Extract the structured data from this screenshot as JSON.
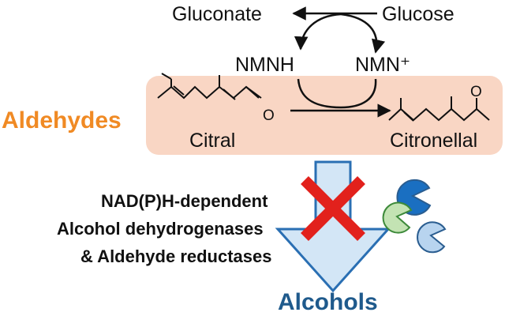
{
  "labels": {
    "gluconate": "Gluconate",
    "glucose": "Glucose",
    "nmnh": "NMNH",
    "nmn_plus": "NMN⁺",
    "aldehydes": "Aldehydes",
    "citral": "Citral",
    "citronellal": "Citronellal",
    "enzyme_line1": "NAD(P)H-dependent",
    "enzyme_line2": "Alcohol dehydrogenases",
    "enzyme_line3": "& Aldehyde reductases",
    "alcohols": "Alcohols"
  },
  "atoms": {
    "citral_oxygen": "O",
    "citronellal_oxygen": "O"
  },
  "icons": {
    "blocked": "red-x-icon",
    "enzymes": "pacman-enzymes-icon"
  },
  "colors": {
    "aldehyde_label": "#f08a24",
    "alcohol_label": "#1f5a8c",
    "highlight_band": "#f9d6c4",
    "arrow_fill": "#d3e6f6",
    "arrow_stroke": "#2a6fb3",
    "cross": "#e2211c",
    "enzyme_blue": "#1a6fc1",
    "enzyme_green": "#c3e3b3",
    "enzyme_lightblue": "#b8d4ef"
  }
}
